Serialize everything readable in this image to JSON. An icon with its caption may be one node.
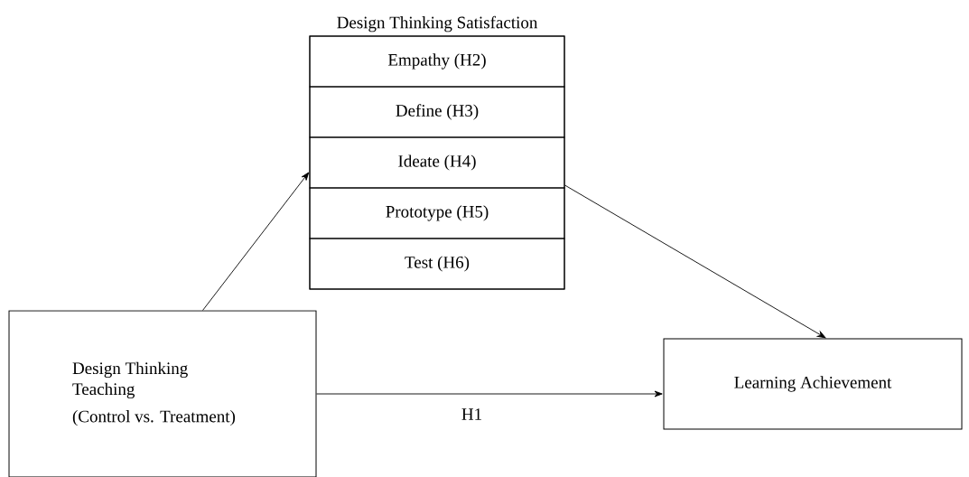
{
  "diagram": {
    "nodes": [
      {
        "text": [
          "Design Thinking Satisfaction"
        ]
      },
      {
        "text": [
          "Empathy (H2)"
        ],
        "in": 0
      },
      {
        "text": [
          "Define (H3)"
        ],
        "in": 0
      },
      {
        "text": [
          "Ideate (H4)"
        ],
        "in": 0
      },
      {
        "text": [
          "Prototype (H5)"
        ],
        "in": 0
      },
      {
        "text": [
          "Test (H6)"
        ],
        "in": 0
      },
      {
        "text": [
          "Design Thinking Teaching",
          "(Control vs. Treatment)"
        ]
      },
      {
        "text": [
          "Learning Achievement"
        ]
      }
    ],
    "edges": [
      {
        "from": 6,
        "to": 0,
        "arrow": "to"
      },
      {
        "from": 0,
        "to": 7,
        "arrow": "to"
      },
      {
        "from": 6,
        "to": 7,
        "arrow": "to",
        "label": "H1"
      }
    ]
  }
}
